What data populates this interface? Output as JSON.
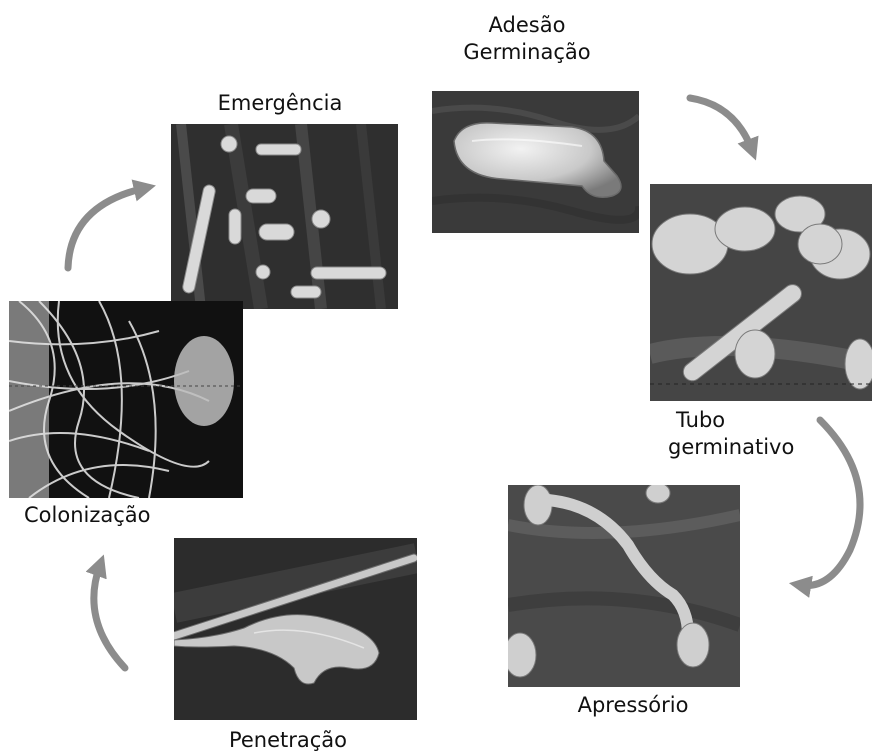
{
  "stages": {
    "adhesion": {
      "line1": "Adesão",
      "line2": "Germinação"
    },
    "germ_tube": {
      "line1": "Tubo",
      "line2": "germinativo"
    },
    "appressorium": {
      "label": "Apressório"
    },
    "penetration": {
      "label": "Penetração"
    },
    "colonization": {
      "label": "Colonização"
    },
    "emergence": {
      "label": "Emergência"
    }
  },
  "colors": {
    "arrow": "#8c8c8c",
    "micrograph_background": "#2a2a2a",
    "spore": "#d9d9d9"
  },
  "icons": [
    "cycle-arrow"
  ]
}
